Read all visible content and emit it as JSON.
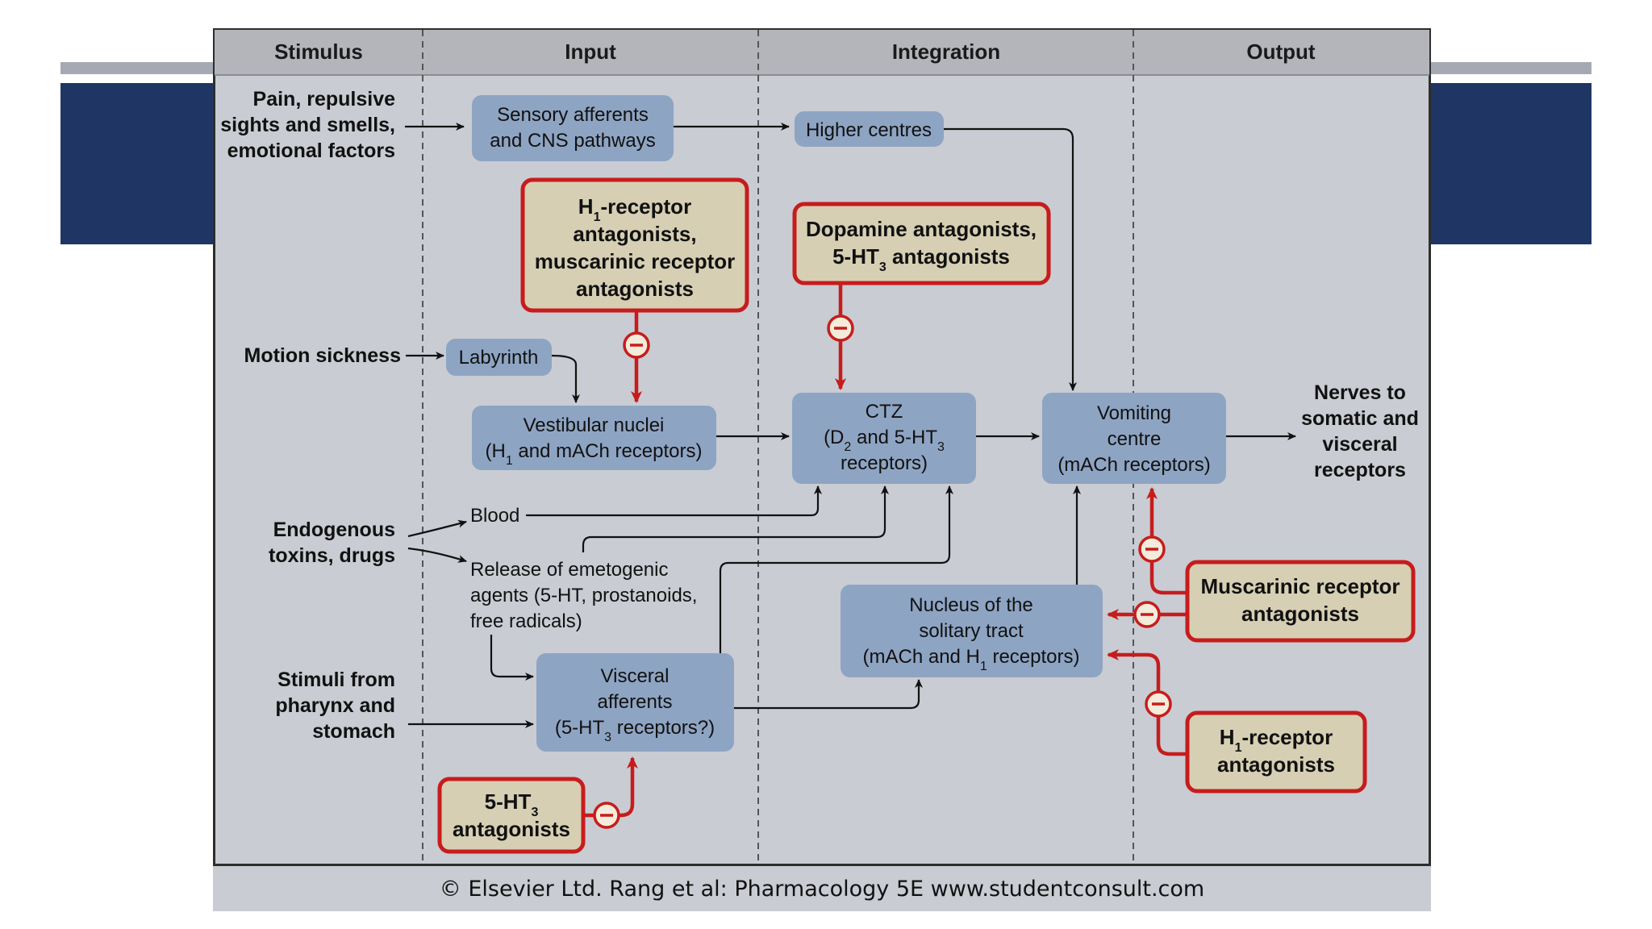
{
  "colors": {
    "band_dark": "#1f3564",
    "band_light": "#a4a9b3",
    "panel": "#c9ccd3",
    "header": "#b3b5bb",
    "node_fill": "#8ea4c3",
    "drug_fill": "#d6cfb3",
    "drug_border": "#c71c1c",
    "arrow": "#111111",
    "inhibit": "#c71c1c"
  },
  "columns": [
    "Stimulus",
    "Input",
    "Integration",
    "Output"
  ],
  "stimuli": {
    "pain": [
      "Pain, repulsive",
      "sights and smells,",
      "emotional factors"
    ],
    "motion": [
      "Motion sickness"
    ],
    "toxins": [
      "Endogenous",
      "toxins, drugs"
    ],
    "pharynx": [
      "Stimuli from",
      "pharynx and",
      "stomach"
    ]
  },
  "nodes": {
    "sensory": [
      "Sensory afferents",
      "and CNS pathways"
    ],
    "higher": [
      "Higher centres"
    ],
    "labyrinth": [
      "Labyrinth"
    ],
    "vestibular": [
      "Vestibular nuclei",
      "(H{1} and mACh receptors)"
    ],
    "blood": [
      "Blood"
    ],
    "release": [
      "Release of emetogenic",
      "agents (5-HT, prostanoids,",
      "free radicals)"
    ],
    "visceral": [
      "Visceral",
      "afferents",
      "(5-HT{3} receptors?)"
    ],
    "ctz": [
      "CTZ",
      "(D{2} and 5-HT{3}",
      "receptors)"
    ],
    "nts": [
      "Nucleus of the",
      "solitary tract",
      "(mACh and H{1} receptors)"
    ],
    "vomiting": [
      "Vomiting",
      "centre",
      "(mACh receptors)"
    ],
    "nerves": [
      "Nerves to",
      "somatic and",
      "visceral",
      "receptors"
    ]
  },
  "drugs": {
    "h1_musc": [
      "H{1}-receptor",
      "antagonists,",
      "muscarinic receptor",
      "antagonists"
    ],
    "dopamine": [
      "Dopamine antagonists,",
      "5-HT{3} antagonists"
    ],
    "musc": [
      "Muscarinic receptor",
      "antagonists"
    ],
    "h1": [
      "H{1}-receptor",
      "antagonists"
    ],
    "ht3": [
      "5-HT{3}",
      "antagonists"
    ]
  },
  "footer": "© Elsevier Ltd. Rang et al: Pharmacology 5E www.studentconsult.com"
}
